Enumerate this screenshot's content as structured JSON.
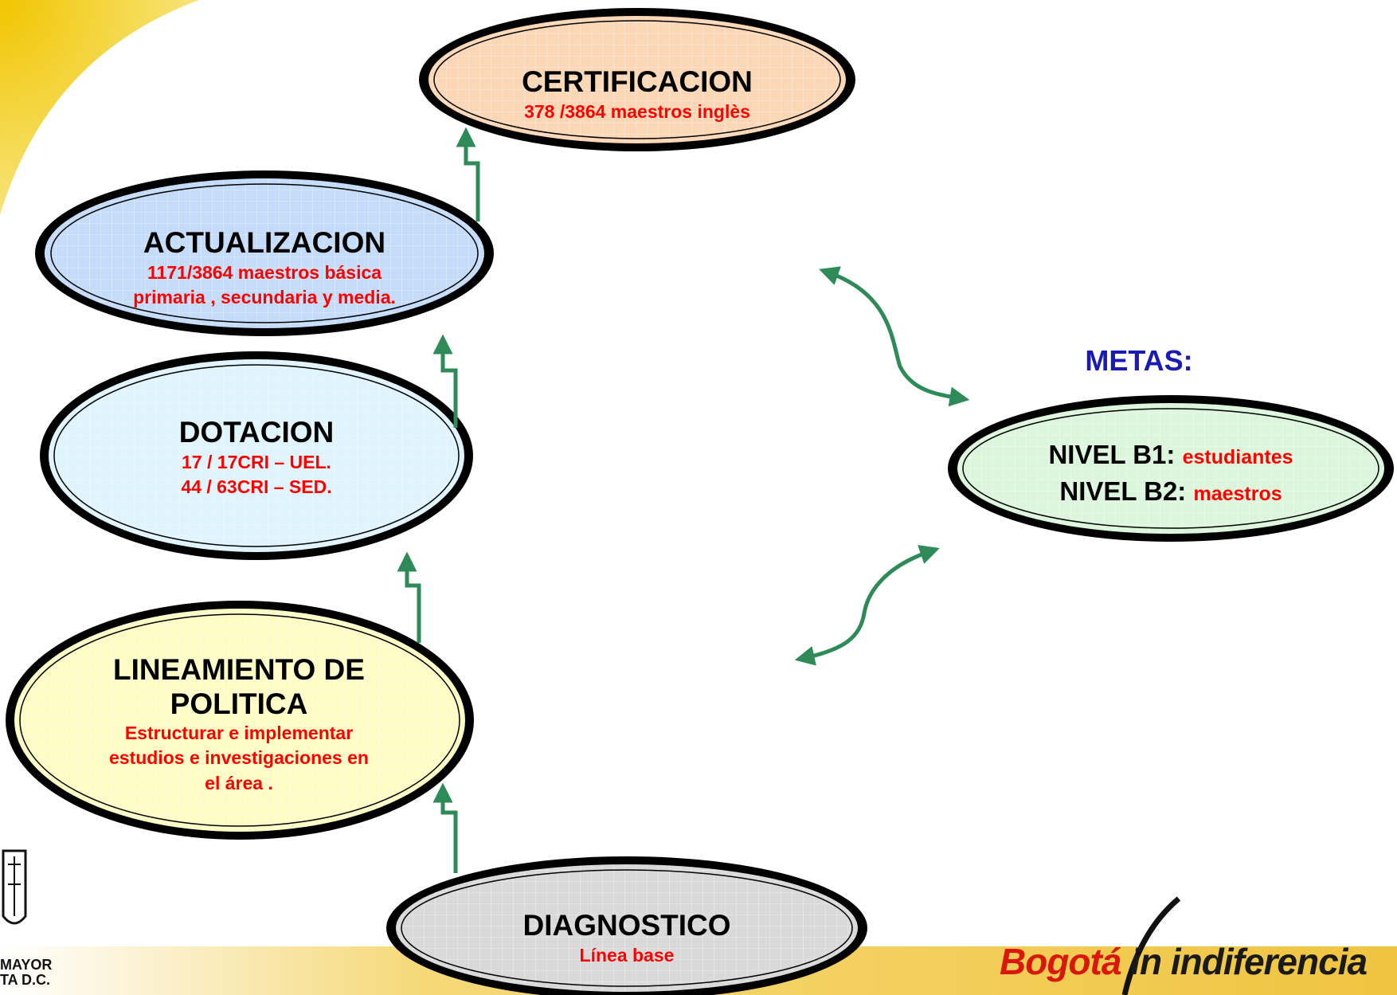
{
  "nodes": {
    "certificacion": {
      "title": "CERTIFICACION",
      "lines": [
        "378 /3864 maestros inglès"
      ],
      "fill": "#fbd7b6"
    },
    "actualizacion": {
      "title": "ACTUALIZACION",
      "lines": [
        "1171/3864 maestros básica",
        "primaria , secundaria y media."
      ],
      "fill": "#c4dcf9"
    },
    "dotacion": {
      "title": "DOTACION",
      "lines": [
        "17 / 17CRI – UEL.",
        "44 / 63CRI – SED."
      ],
      "fill": "#dff4fd"
    },
    "lineamiento": {
      "title_lines": [
        "LINEAMIENTO DE",
        "POLITICA"
      ],
      "lines": [
        "Estructurar e implementar",
        "estudios e investigaciones en",
        "el área ."
      ],
      "fill": "#fdfcc4"
    },
    "diagnostico": {
      "title": "DIAGNOSTICO",
      "lines": [
        "Línea base"
      ],
      "fill": "#d9d9d9"
    }
  },
  "metas": {
    "label": "METAS:",
    "goals": [
      {
        "level": "NIVEL B1:",
        "target": "estudiantes"
      },
      {
        "level": "NIVEL B2:",
        "target": "maestros"
      }
    ],
    "fill": "#dcf6dc"
  },
  "footer": {
    "slogan_part1": "Bogotá",
    "slogan_part2": "in indiferencia",
    "office_line1": "MAYOR",
    "office_line2": "TA D.C."
  },
  "colors": {
    "arrow": "#2e8b57",
    "accent_red": "#ff0000",
    "metas_blue": "#1a1ab4",
    "corner_gold": "#e8c53a"
  }
}
